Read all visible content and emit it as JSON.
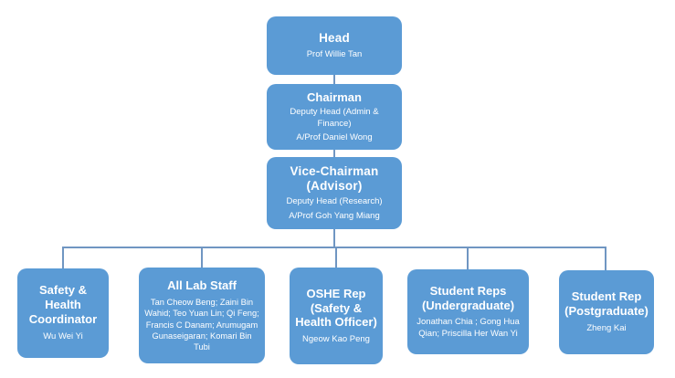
{
  "org": {
    "colors": {
      "box_fill": "#5b9bd5",
      "box_text": "#ffffff",
      "connector": "#7096c2",
      "background": "#ffffff"
    },
    "nodes": [
      {
        "id": "head",
        "title": "Head",
        "lines": [
          "Prof Willie Tan"
        ]
      },
      {
        "id": "chairman",
        "title": "Chairman",
        "lines": [
          "Deputy Head (Admin & Finance)",
          "A/Prof Daniel Wong"
        ]
      },
      {
        "id": "vice-chairman",
        "title": "Vice-Chairman (Advisor)",
        "lines": [
          "Deputy Head (Research)",
          "A/Prof Goh Yang Miang"
        ]
      },
      {
        "id": "safety-health-coordinator",
        "title": "Safety & Health Coordinator",
        "lines": [
          "Wu Wei Yi"
        ]
      },
      {
        "id": "all-lab-staff",
        "title": "All Lab Staff",
        "lines": [
          "Tan Cheow Beng; Zaini Bin Wahid; Teo Yuan Lin; Qi Feng; Francis C Danam; Arumugam Gunaseigaran; Komari Bin Tubi"
        ]
      },
      {
        "id": "oshe-rep",
        "title": "OSHE Rep (Safety & Health Officer)",
        "lines": [
          "Ngeow Kao Peng"
        ]
      },
      {
        "id": "student-reps-undergraduate",
        "title": "Student Reps (Undergraduate)",
        "lines": [
          "Jonathan Chia ; Gong Hua Qian; Priscilla Her Wan Yi"
        ]
      },
      {
        "id": "student-rep-postgraduate",
        "title": "Student Rep (Postgraduate)",
        "lines": [
          "Zheng Kai"
        ]
      }
    ],
    "hierarchy": {
      "root": "head",
      "edges": [
        [
          "head",
          "chairman"
        ],
        [
          "chairman",
          "vice-chairman"
        ],
        [
          "vice-chairman",
          "safety-health-coordinator"
        ],
        [
          "vice-chairman",
          "all-lab-staff"
        ],
        [
          "vice-chairman",
          "oshe-rep"
        ],
        [
          "vice-chairman",
          "student-reps-undergraduate"
        ],
        [
          "vice-chairman",
          "student-rep-postgraduate"
        ]
      ]
    }
  }
}
